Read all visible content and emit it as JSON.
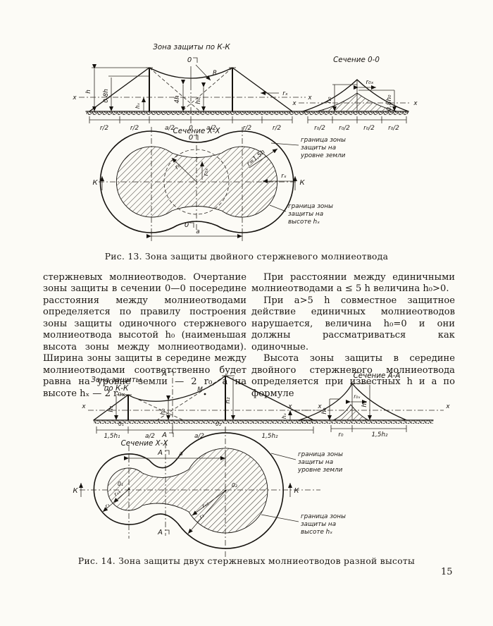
{
  "page": {
    "number": "15"
  },
  "figure13": {
    "caption": "Рис. 13. Зона защиты двойного стержневого молниеотвода",
    "section_kk": {
      "title": "Зона защиты по К-К",
      "labels": {
        "h": "h",
        "h08": "0,8h",
        "hx": "hₓ",
        "fourh": "4h",
        "h0": "h₀",
        "r_big": "R",
        "zero": "0",
        "x": "x",
        "rx": "rₓ",
        "r2": "r/2",
        "a2": "a/2"
      }
    },
    "section_oo": {
      "title": "Сечение 0-0",
      "labels": {
        "r0x": "r₀ₓ",
        "h0": "h₀",
        "h08_0": "0,8h₀",
        "x": "x",
        "r0_2": "r₀/2"
      }
    },
    "plan": {
      "title": "Сечение Х-Х",
      "labels": {
        "zero": "0",
        "k": "К",
        "r0": "r₀",
        "r0x": "r₀ₓ",
        "rx": "rₓ",
        "r15h": "r=1,5h",
        "a": "a"
      },
      "callout_ground": [
        "граница зоны",
        "защиты на",
        "уровне земли"
      ],
      "callout_height": [
        "граница зоны",
        "защиты на",
        "высоте hₓ"
      ]
    }
  },
  "figure14": {
    "caption": "Рис. 14. Зона защиты двух стержневых молниеотводов разной высоты",
    "section_kk": {
      "title1": "Зона защиты",
      "title2": "по К-К",
      "labels": {
        "x": "x",
        "m": "M",
        "h1": "h₁",
        "h0": "h₀",
        "h2": "h₂",
        "hx": "hₓ",
        "o1": "0₁",
        "o2": "0₂",
        "a_marker": "А",
        "dim_15h1": "1,5h₁",
        "dim_a2": "a/2",
        "dim_15h2": "1,5h₂"
      }
    },
    "section_aa": {
      "title": "Сечение А-А",
      "labels": {
        "r0x": "r₀ₓ",
        "h0": "h₀",
        "h2": "h₂",
        "x": "x",
        "r0": "r₀",
        "dim_15h2": "1,5h₂"
      }
    },
    "plan": {
      "title": "Сечение Х-Х",
      "labels": {
        "a_marker": "А",
        "a": "a",
        "o1": "0₁",
        "o2": "0₂",
        "k": "К",
        "rx1": "rₓ₁",
        "r1": "r₁",
        "rx2": "rₓ₂",
        "r2": "r₂"
      },
      "callout_ground": [
        "граница зоны",
        "защиты на",
        "уровне земли"
      ],
      "callout_height": [
        "граница зоны",
        "защиты на",
        "высоте hₓ"
      ]
    }
  },
  "text": {
    "left_column": "стержневых молниеотводов. Очертание зоны защиты в сечении 0—0 посередине расстояния между молниеотводами определяется по правилу построения зоны защиты одиночного стержневого молниеотвода высотой h₀ (наименьшая высота зоны между молниеотводами). Ширина зоны защиты в середине между молниеотводами соответственно будет равна на уровне земли — 2 r₀, а на высоте hₓ — 2 r₀ₓ.",
    "right_column_p1": "При расстоянии между единичными молниеотводами a ≤ 5 h величина h₀>0.",
    "right_column_p2": "При a>5 h совместное защитное действие единичных молниеотводов нарушается, величина h₀=0 и они должны рассматриваться как одиночные.",
    "right_column_p3": "Высота зоны защиты в середине двойного стержневого молниеотвода определяется при известных h и a по формуле"
  }
}
